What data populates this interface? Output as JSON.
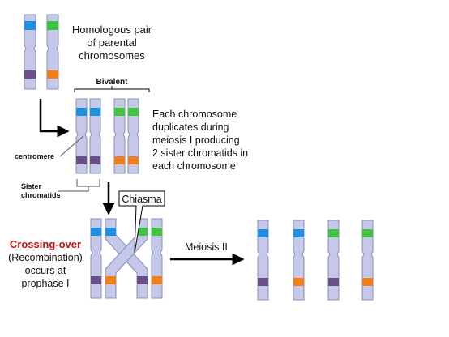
{
  "labels": {
    "homologous_line1": "Homologous pair",
    "homologous_line2": "of parental",
    "homologous_line3": "chromosomes",
    "bivalent": "Bivalent",
    "duplicate_line1": "Each chromosome",
    "duplicate_line2": "duplicates during",
    "duplicate_line3": "meiosis I  producing",
    "duplicate_line4": "2 sister chromatids in",
    "duplicate_line5": "each chromosome",
    "centromere": "centromere",
    "sister_line1": "Sister",
    "sister_line2": "chromatids",
    "chiasma": "Chiasma",
    "crossing_over": "Crossing-over",
    "recombination_line1": "(Recombination)",
    "recombination_line2": "occurs at",
    "recombination_line3": "prophase I",
    "meiosis_ii": "Meiosis II"
  },
  "colors": {
    "chromosome_fill": "#c5c8e8",
    "chromosome_stroke": "#8a8fb8",
    "band_blue": "#1e90e0",
    "band_green": "#3ec43e",
    "band_purple": "#6a4f8a",
    "band_orange": "#f07f1a",
    "crossing_over_red": "#cc1111",
    "arrow": "#000000"
  }
}
